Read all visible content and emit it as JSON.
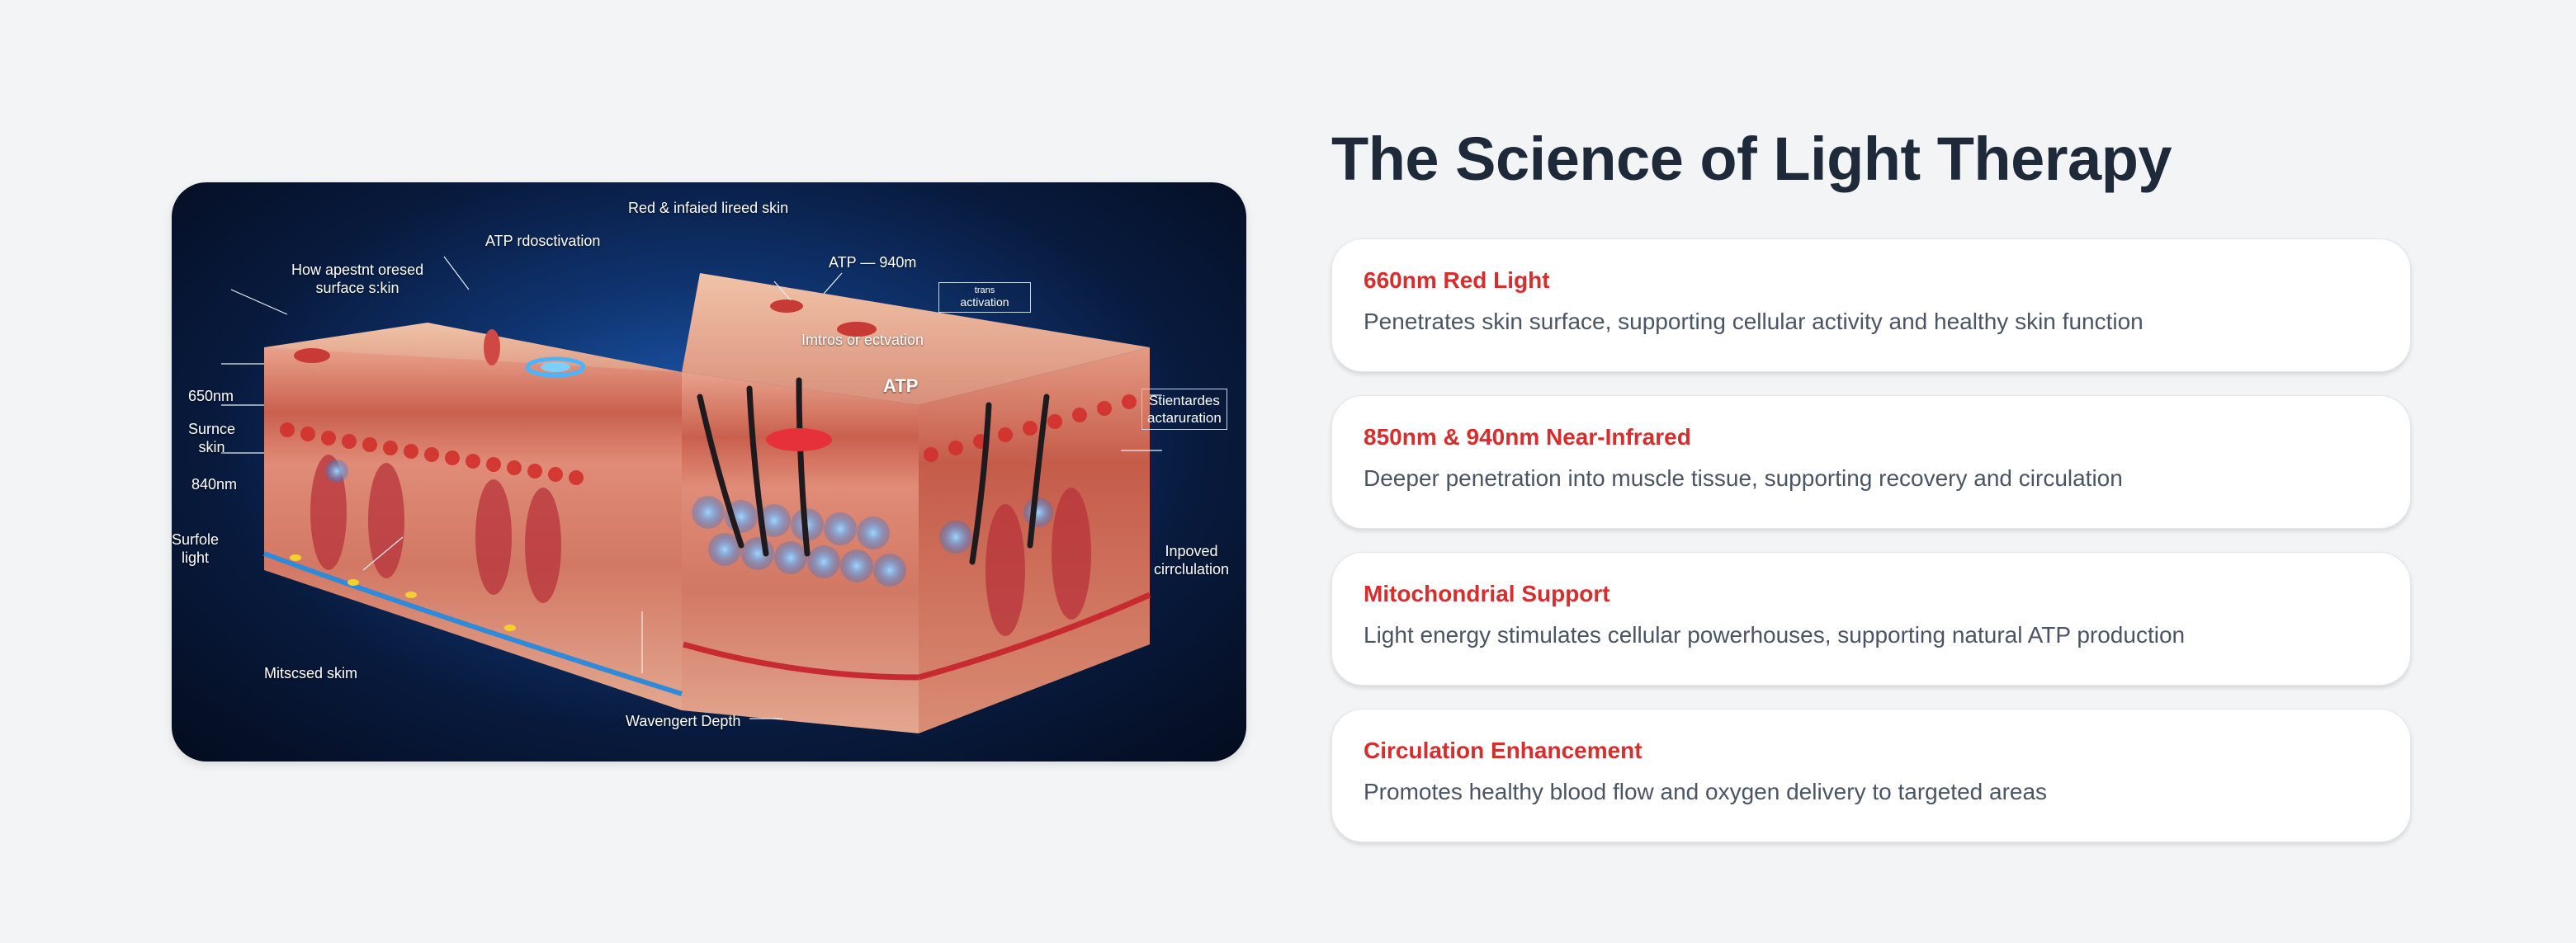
{
  "title": "The Science of Light Therapy",
  "diagram": {
    "labels": {
      "top_center": "Red & infaied lireed skin",
      "atp_reaction": "ATP rdosctivation",
      "how_upset": "How apestnt oresed\nsurface s:kin",
      "atp_940": "ATP — 940m",
      "boxed_activation_small": "trans",
      "boxed_activation": "activation",
      "imtros": "Imtros or ectvation",
      "atp_center": "ATP",
      "nm650": "650nm",
      "surnce_skin": "Surnce\nskin",
      "nm840": "840nm",
      "surfole_light": "Surfole\nlight",
      "mitscsed_skim": "Mitscsed skim",
      "wavengert_depth": "Wavengert Depth",
      "stientardes": "Stientardes\nactaruration",
      "inpoved": "Inpoved\ncirrclulation"
    }
  },
  "cards": [
    {
      "title": "660nm Red Light",
      "description": "Penetrates skin surface, supporting cellular activity and healthy skin function"
    },
    {
      "title": "850nm & 940nm Near-Infrared",
      "description": "Deeper penetration into muscle tissue, supporting recovery and circulation"
    },
    {
      "title": "Mitochondrial Support",
      "description": "Light energy stimulates cellular powerhouses, supporting natural ATP production"
    },
    {
      "title": "Circulation Enhancement",
      "description": "Promotes healthy blood flow and oxygen delivery to targeted areas"
    }
  ],
  "colors": {
    "background": "#f2f4f6",
    "title": "#1e2a3a",
    "card_title": "#d62d2d",
    "card_text": "#4a5563"
  }
}
